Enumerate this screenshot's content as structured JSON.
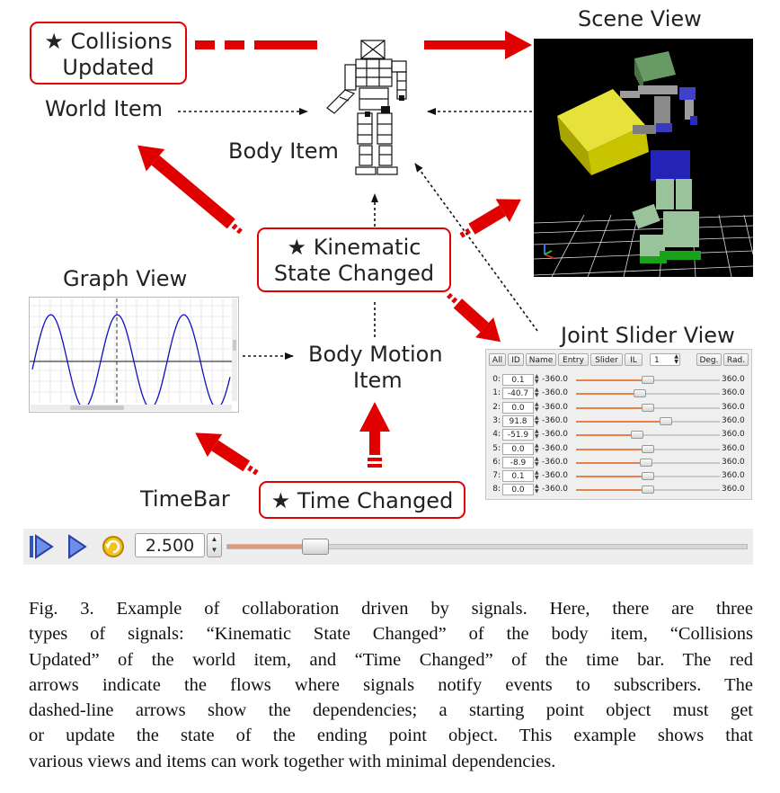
{
  "labels": {
    "scene_view": "Scene View",
    "world_item": "World Item",
    "body_item": "Body Item",
    "graph_view": "Graph View",
    "body_motion_line1": "Body Motion",
    "body_motion_line2": "Item",
    "joint_slider_view": "Joint Slider View",
    "timebar": "TimeBar"
  },
  "signals": {
    "collisions_line1": "★ Collisions",
    "collisions_line2": "Updated",
    "kinematic_line1": "★ Kinematic",
    "kinematic_line2": "State Changed",
    "time_changed": "★ Time Changed"
  },
  "joint_slider": {
    "tabs": [
      "All",
      "ID",
      "Name",
      "Entry",
      "Slider",
      "IL"
    ],
    "count_value": "1",
    "unit_buttons": [
      "Deg.",
      "Rad."
    ],
    "min_label": "-360.0",
    "max_label": "360.0",
    "min": -360,
    "max": 360,
    "rows": [
      {
        "index": "0:",
        "value": "0.1"
      },
      {
        "index": "1:",
        "value": "-40.7"
      },
      {
        "index": "2:",
        "value": "0.0"
      },
      {
        "index": "3:",
        "value": "91.8"
      },
      {
        "index": "4:",
        "value": "-51.9"
      },
      {
        "index": "5:",
        "value": "0.0"
      },
      {
        "index": "6:",
        "value": "-8.9"
      },
      {
        "index": "7:",
        "value": "0.1"
      },
      {
        "index": "8:",
        "value": "0.0"
      }
    ]
  },
  "timebar": {
    "time_value": "2.500",
    "slider_fraction": 0.17
  },
  "caption": {
    "lines": [
      "Fig. 3.   Example of collaboration driven by signals. Here, there are three",
      "types of signals: “Kinematic State Changed” of the body item, “Collisions",
      "Updated” of the world item, and “Time Changed” of the time bar. The red",
      "arrows indicate the flows where signals notify events to subscribers. The",
      "dashed-line arrows show the dependencies; a starting point object must get",
      "or update the state of the ending point object. This example shows that",
      "various views and items can work together with minimal dependencies."
    ]
  },
  "colors": {
    "signal_red": "#e00000",
    "scene_bg": "#000000",
    "graph_line": "#1010c0",
    "slider_fill": "#e6814c",
    "play_blue": "#2a56c8"
  },
  "icons": [
    "play-from-start-icon",
    "play-icon",
    "refresh-icon"
  ]
}
